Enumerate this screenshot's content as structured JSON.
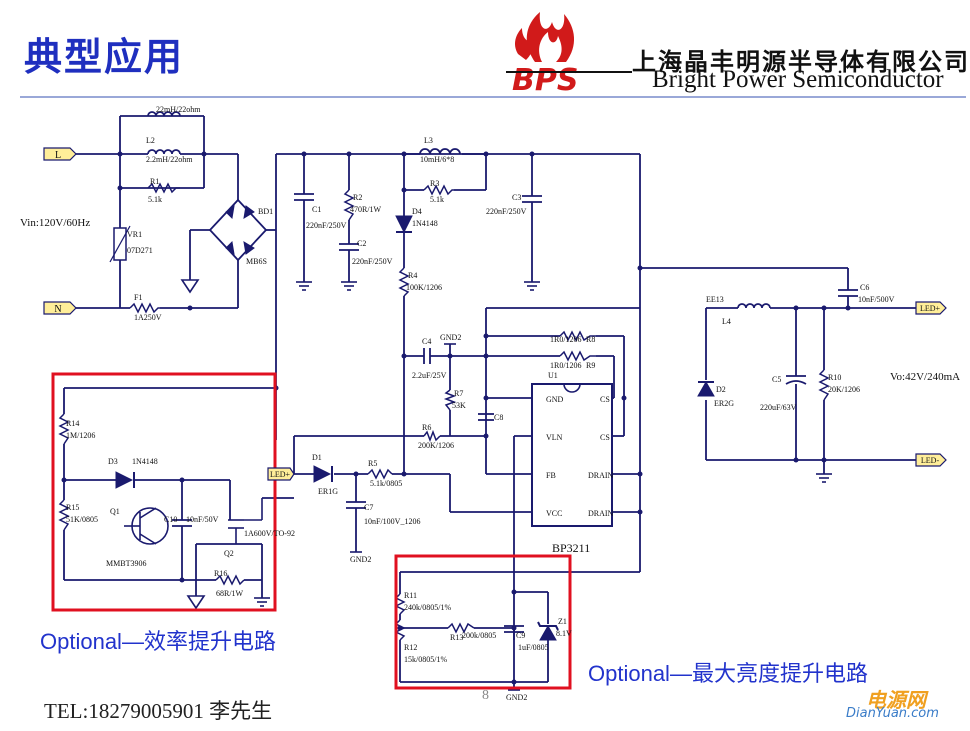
{
  "slide": {
    "title": "典型应用",
    "page_number": "8",
    "contact": "TEL:18279005901    李先生"
  },
  "brand": {
    "cn_name": "上海晶丰明源半导体有限公司",
    "en_name": "Bright Power Semiconductor",
    "logo_text": "BPS"
  },
  "watermark": {
    "cn": "电源网",
    "en": "DianYuan.com"
  },
  "optional_labels": {
    "efficiency": "Optional—效率提升电路",
    "brightness": "Optional—最大亮度提升电路"
  },
  "schematic": {
    "input_voltage": "Vin:120V/60Hz",
    "output_voltage": "Vo:42V/240mA",
    "ic_name": "BP3211",
    "ports": {
      "L": "L",
      "N": "N",
      "led_plus_out": "LED+",
      "led_minus_out": "LED-",
      "led_plus_in": "LED+"
    },
    "components": {
      "l1_top": "22mH/22ohm",
      "l2": "L2",
      "l2_val": "2.2mH/22ohm",
      "r1": "R1",
      "r1_val": "5.1k",
      "vr1": "VR1",
      "vr1_val": "07D271",
      "f1": "F1",
      "f1_val": "1A250V",
      "bd1": "BD1",
      "bd1_val": "MB6S",
      "c1": "C1",
      "c1_val": "220nF/250V",
      "r2": "R2",
      "r2_val": "470R/1W",
      "c2": "C2",
      "c2_val": "220nF/250V",
      "l3": "L3",
      "l3_val": "10mH/6*8",
      "r3": "R3",
      "r3_val": "5.1k",
      "d4": "D4",
      "d4_val": "1N4148",
      "c3": "C3",
      "c3_val": "220nF/250V",
      "r4": "R4",
      "r4_val": "100K/1206",
      "c4": "C4",
      "c4_val": "2.2uF/25V",
      "gnd2": "GND2",
      "r7": "R7",
      "r7_val": "53K",
      "r6": "R6",
      "r6_val": "200K/1206",
      "c8": "C8",
      "r8": "R8",
      "r8_val": "1R0/1206",
      "r9": "R9",
      "r9_val": "1R0/1206",
      "u1": "U1",
      "pin_gnd": "GND",
      "pin_vln": "VLN",
      "pin_fb": "FB",
      "pin_vcc": "VCC",
      "pin_cs1": "CS",
      "pin_cs2": "CS",
      "pin_drain1": "DRAIN",
      "pin_drain2": "DRAIN",
      "d1": "D1",
      "d1_val": "ER1G",
      "r5": "R5",
      "r5_val": "5.1k/0805",
      "c7": "C7",
      "c7_val": "10nF/100V_1206",
      "ee13": "EE13",
      "l4": "L4",
      "c6": "C6",
      "c6_val": "10nF/500V",
      "d2": "D2",
      "d2_val": "ER2G",
      "c5": "C5",
      "c5_val": "220uF/63V",
      "r10": "R10",
      "r10_val": "20K/1206",
      "r14": "R14",
      "r14_val": "1M/1206",
      "d3": "D3",
      "d3_val": "1N4148",
      "q1": "Q1",
      "q1_val": "MMBT3906",
      "r15": "R15",
      "r15_val": "51K/0805",
      "c10": "C10",
      "c10_val": "10nF/50V",
      "q2": "Q2",
      "q2_val": "1A600V/TO-92",
      "r16": "R16",
      "r16_val": "68R/1W",
      "r11": "R11",
      "r11_val": "240k/0805/1%",
      "r12": "R12",
      "r12_val": "15k/0805/1%",
      "r13": "R13",
      "r13_val": "200k/0805",
      "c9": "C9",
      "c9_val": "1uF/0805",
      "z1": "Z1",
      "z1_val": "8.1V"
    }
  },
  "colors": {
    "title_blue": "#1f2fbf",
    "wire": "#1a1a6e",
    "highlight_box": "#e01020",
    "label_blue": "#2233cc",
    "port_fill": "#ffee99",
    "logo_red": "#d11a1a",
    "header_rule": "#9aa8d8"
  }
}
